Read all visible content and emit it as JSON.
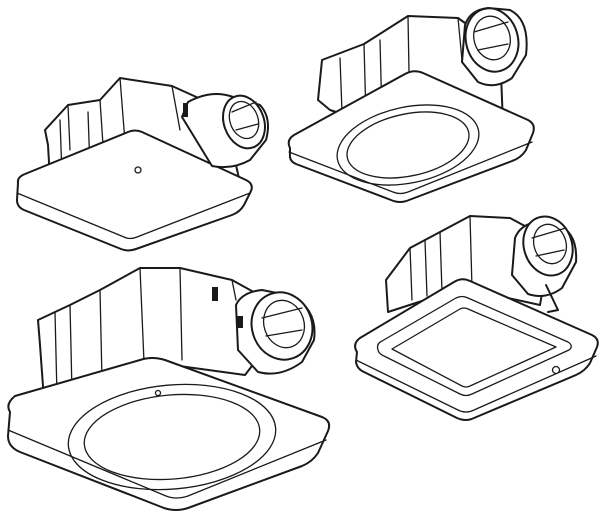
{
  "figure": {
    "products": [
      {
        "id": "fan-a",
        "grille": "square-plain-with-indicator"
      },
      {
        "id": "fan-b",
        "grille": "square-with-round-recess"
      },
      {
        "id": "fan-c",
        "grille": "square-with-round-recess-and-indicator"
      },
      {
        "id": "fan-d",
        "grille": "square-with-inset-panel"
      }
    ],
    "colors": {
      "line": "#1a1a1a",
      "fill": "#ffffff",
      "background": "#ffffff"
    }
  }
}
